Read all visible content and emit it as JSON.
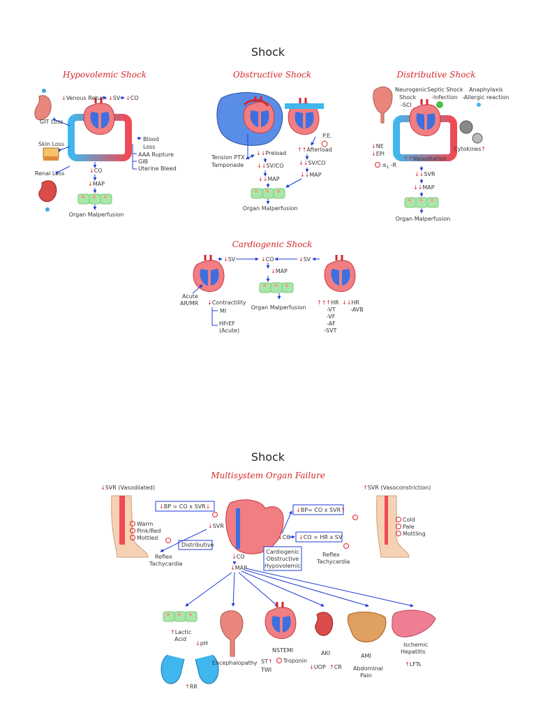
{
  "page1": {
    "title": "Shock",
    "hypo": {
      "title": "Hypovolemic Shock",
      "venous_return": "Venous Return",
      "sv": "SV",
      "co_top": "CO",
      "git_loss": "GIT Loss",
      "skin_loss": "Skin Loss",
      "renal_loss": "Renal Loss",
      "blood": "Blood",
      "loss": "Loss",
      "aaa": "AAA Rupture",
      "gib": "GIB",
      "uterine": "Uterine Bleed",
      "co": "CO",
      "map": "MAP",
      "malperfusion": "Organ Malperfusion"
    },
    "obst": {
      "title": "Obstructive Shock",
      "tension": "Tension PTX",
      "tamponade": "Tamponade",
      "preload": "Preload",
      "afterload": "Afterload",
      "pe": "P.E.",
      "sv_co_left": "SV/CO",
      "sv_co_right": "SV/CO",
      "map_left": "MAP",
      "map_right": "MAP",
      "malperfusion": "Organ Malperfusion"
    },
    "dist": {
      "title": "Distributive Shock",
      "neurogenic": "Neurogenic",
      "shock": "Shock",
      "sci": "-SCI",
      "septic": "Septic Shock",
      "infection": "-Infection",
      "anaphylaxis": "Anaphylaxis",
      "allergic": "-Allergic reaction",
      "ne": "NE",
      "epi": "EPI",
      "alpha": "α",
      "alpha_sub": "1",
      "alpha_r": "-R",
      "vasodilation": "Vasodilation",
      "cytokines": "Cytokines",
      "svr": "SVR",
      "map": "MAP",
      "malperfusion": "Organ Malperfusion"
    },
    "cardio": {
      "title": "Cardiogenic Shock",
      "sv_left": "SV",
      "co": "CO",
      "sv_right": "SV",
      "map": "MAP",
      "malperfusion": "Organ Malperfusion",
      "acute": "Acute",
      "ar_mr": "AR/MR",
      "contractility": "Contractility",
      "mi": "MI",
      "hfref": "HFrEF",
      "acute_paren": "(Acute)",
      "hr_high": "HR",
      "vt": "-VT",
      "vf": "-VF",
      "af": "-AF",
      "svt": "-SVT",
      "hr_low": "HR",
      "avb": "-AVB"
    }
  },
  "page2": {
    "title": "Shock",
    "subtitle": "Multisystem Organ Failure",
    "svr_vasodilated": "SVR (Vasodilated)",
    "svr_vasoconstriction": "SVR (Vasoconstriction)",
    "bp_left": "BP = CO x SVR",
    "bp_right": "BP= CO x SVR",
    "co_eq": "CO = HR x SV",
    "warm": "Warm",
    "pink": "Pink/Red",
    "mottled": "Mottled",
    "cold": "Cold",
    "pale": "Pale",
    "mottling": "Mottling",
    "svr": "SVR",
    "distributive": "Distributive",
    "reflex_left": "Reflex",
    "tachy_left": "Tachycardia",
    "reflex_right": "Reflex",
    "tachy_right": "Tachycardia",
    "co_center": "CO",
    "co_right": "CO",
    "map": "MAP",
    "box_cardio": "Cardiogenic",
    "box_obst": "Obstructive",
    "box_hypo": "Hypovolemic",
    "lactic": "Lactic",
    "acid": "Acid",
    "ph": "pH",
    "rr": "RR",
    "encephalopathy": "Encephalopathy",
    "nstemi": "NSTEMI",
    "st": "ST",
    "twi": "TWI",
    "troponin": "Troponin",
    "aki": "AKI",
    "uop": "UOP",
    "cr": "CR",
    "ami": "AMI",
    "abdominal": "Abdominal",
    "pain": "Pain",
    "ischemic": "Ischemic",
    "hepatitis": "Hepatitis",
    "lfts": "LFTs"
  },
  "colors": {
    "accent_red": "#d7262b",
    "arrow_blue": "#1f3bd6",
    "vessel_blue": "#3fb7ee",
    "vessel_red": "#f04a54",
    "heart_pink": "#f07e82",
    "cell_green": "#a9e6a9"
  },
  "icons": [
    "heart-icon",
    "stomach-icon",
    "kidney-icon",
    "skin-icon",
    "lungs-icon",
    "brain-icon",
    "liver-icon",
    "intestine-icon",
    "leg-icon",
    "bacteria-icon",
    "immune-cell-icon"
  ]
}
